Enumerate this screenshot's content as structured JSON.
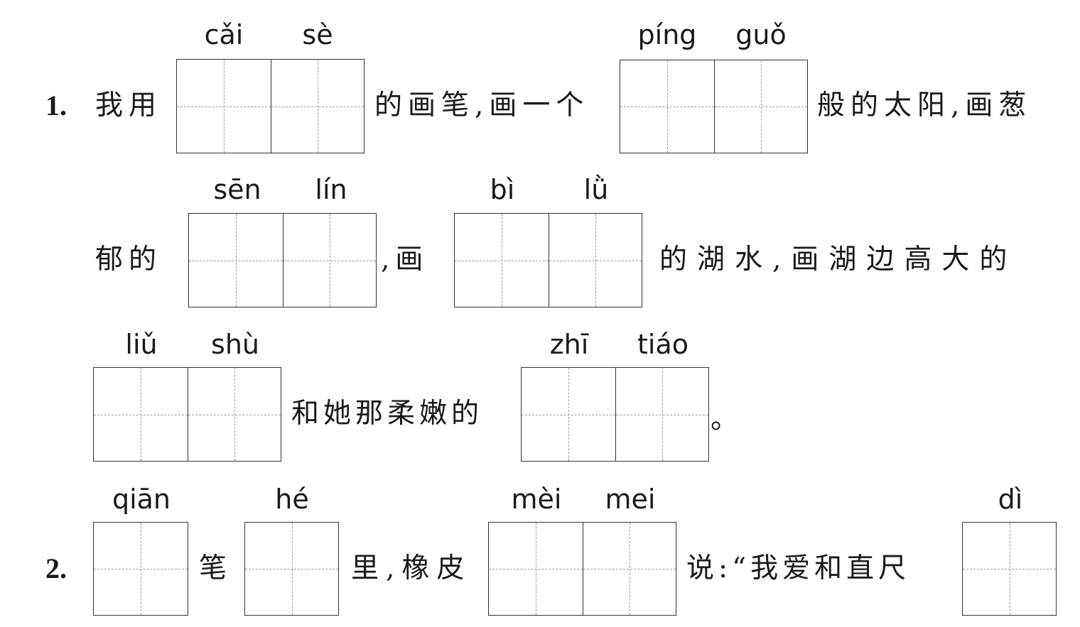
{
  "q1": {
    "number": "1.",
    "line1": {
      "t1": "我用",
      "t2": "的画笔,画一个",
      "t3": "般的太阳,画葱",
      "py_a": [
        "cǎi",
        "sè"
      ],
      "py_b": [
        "píng",
        "guǒ"
      ]
    },
    "line2": {
      "t1": "郁的",
      "t2": ",画",
      "t3": "的湖水,画湖边高大的",
      "py_a": [
        "sēn",
        "lín"
      ],
      "py_b": [
        "bì",
        "lǜ"
      ]
    },
    "line3": {
      "t1": "和她那柔嫩的",
      "t2": "。",
      "py_a": [
        "liǔ",
        "shù"
      ],
      "py_b": [
        "zhī",
        "tiáo"
      ]
    }
  },
  "q2": {
    "number": "2.",
    "t1": "笔",
    "t2": "里,橡皮",
    "t3": "说:“我爱和直尺",
    "py_a": [
      "qiān"
    ],
    "py_b": [
      "hé"
    ],
    "py_c": [
      "mèi",
      "mei"
    ],
    "py_d": [
      "dì"
    ]
  }
}
